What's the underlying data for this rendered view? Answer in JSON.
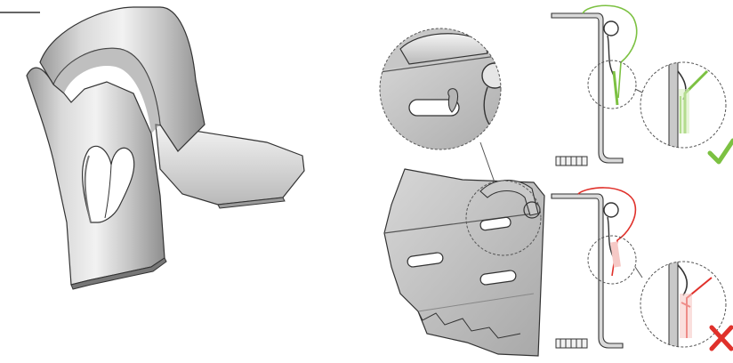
{
  "figure": {
    "panels": [
      {
        "id": "clip-isometric",
        "description_icon": "spring-clip-part"
      },
      {
        "id": "clip-on-panel-detail",
        "description_icon": "magnified-clip-on-sheet"
      },
      {
        "id": "section-correct",
        "description_icon": "check-icon"
      },
      {
        "id": "section-incorrect",
        "description_icon": "cross-icon"
      }
    ],
    "colors": {
      "metal_light": "#e6e6e6",
      "metal_mid": "#bdbdbd",
      "metal_dark": "#8c8c8c",
      "outline": "#333333",
      "correct": "#7cc142",
      "incorrect": "#e0312b",
      "correct_highlight": "#d8efc2",
      "incorrect_highlight": "#f6c9c6"
    },
    "status": {
      "correct_mark": "check-icon",
      "incorrect_mark": "cross-icon"
    }
  }
}
